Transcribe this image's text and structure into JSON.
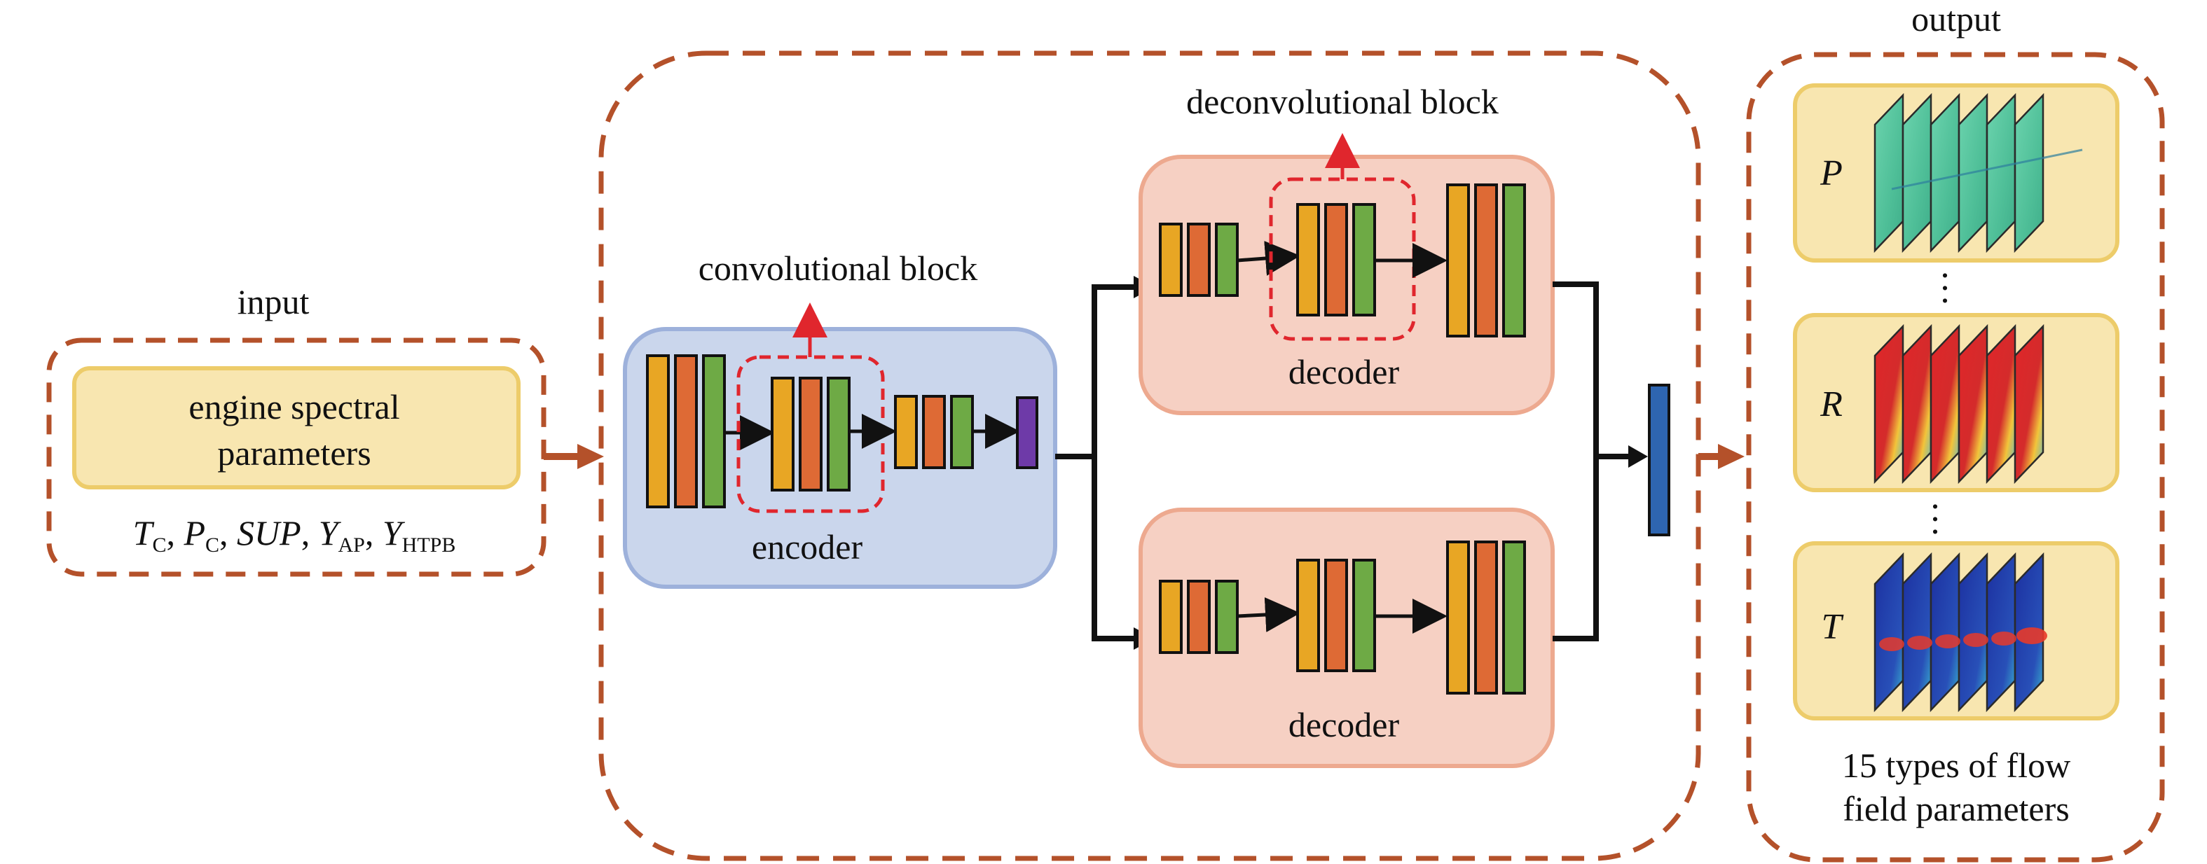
{
  "colors": {
    "dashed_border": "#B4512A",
    "encoder_fill": "#CAD6EC",
    "encoder_border": "#9DB1DB",
    "decoder_fill": "#F6D0C3",
    "decoder_border": "#EDA98F",
    "input_box_fill": "#F8E6B0",
    "input_box_border": "#EDCC6A",
    "layer_yellow": "#E8A624",
    "layer_orange": "#DE6A35",
    "layer_green": "#6EAA45",
    "layer_purple": "#6E3AA8",
    "layer_blue": "#2E65B0",
    "block_dash": "#E0262D",
    "field_teal": "#5CC8A0",
    "field_red": "#D8262A",
    "field_blue": "#2038A8"
  },
  "input": {
    "title": "input",
    "box_line1": "engine spectral",
    "box_line2": "parameters",
    "vars": [
      {
        "sym": "T",
        "sub": "C",
        "sep": ", "
      },
      {
        "sym": "P",
        "sub": "C",
        "sep": ", "
      },
      {
        "sym": "SUP",
        "sub": "",
        "sep": ", "
      },
      {
        "sym": "Y",
        "sub": "AP",
        "sep": ", "
      },
      {
        "sym": "Y",
        "sub": "HTPB",
        "sep": ""
      }
    ]
  },
  "network": {
    "conv_block_label": "convolutional block",
    "deconv_block_label": "deconvolutional block",
    "encoder_label": "encoder",
    "decoder_top_label": "decoder",
    "decoder_bottom_label": "decoder"
  },
  "output": {
    "title": "output",
    "fields": [
      {
        "symbol": "P",
        "color": "teal"
      },
      {
        "symbol": "R",
        "color": "red"
      },
      {
        "symbol": "T",
        "color": "blue"
      }
    ],
    "dots": ".\n.\n.",
    "caption_line1": "15 types of flow",
    "caption_line2": "field parameters"
  }
}
